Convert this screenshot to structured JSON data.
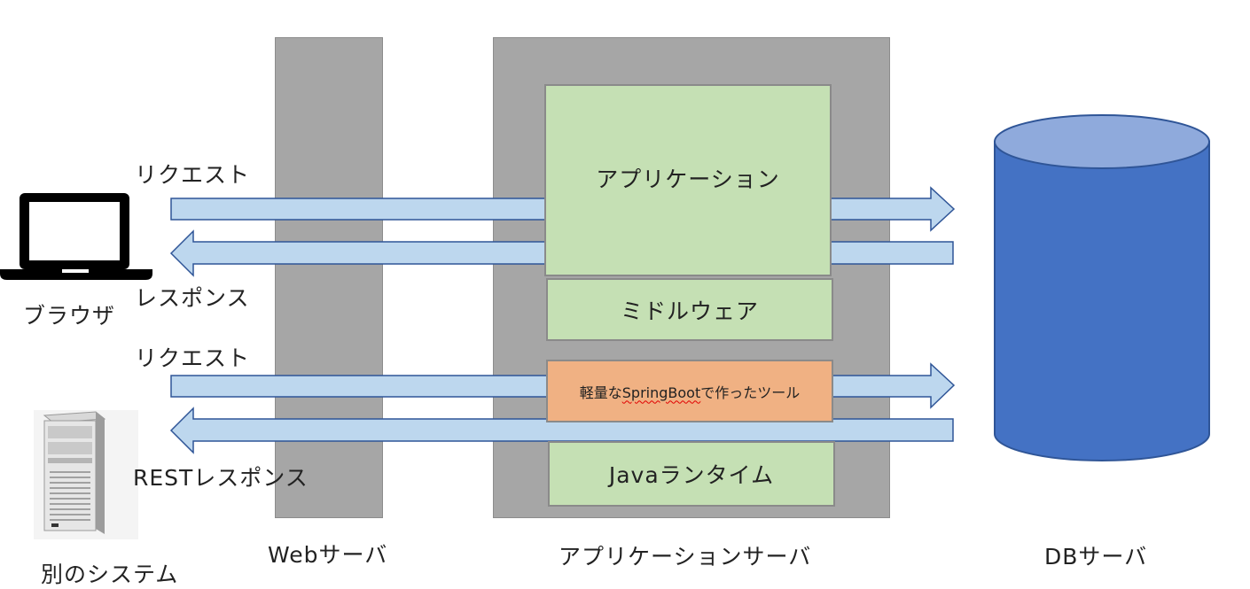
{
  "labels": {
    "request_top": "リクエスト",
    "response_top": "レスポンス",
    "request_bottom": "リクエスト",
    "response_bottom": "RESTレスポンス",
    "browser": "ブラウザ",
    "other_system": "別のシステム",
    "web_server": "Webサーバ",
    "app_server": "アプリケーションサーバ",
    "db_server": "DBサーバ"
  },
  "layers": {
    "application": "アプリケーション",
    "middleware": "ミドルウェア",
    "tool_prefix": "軽量な",
    "tool_spring": "SpringBoot",
    "tool_suffix": "で作ったツール",
    "java_runtime": "Javaランタイム"
  },
  "icons": {
    "browser": "laptop-icon",
    "other_system": "tower-server-icon",
    "db_server": "database-cylinder-icon"
  },
  "colors": {
    "server_column": "#a6a6a6",
    "layer_green": "#c5e0b4",
    "tool_orange": "#f0b183",
    "arrow_fill": "#bdd7ee",
    "arrow_stroke": "#2f5597",
    "db_side": "#4472c4",
    "db_top": "#8faadc"
  }
}
